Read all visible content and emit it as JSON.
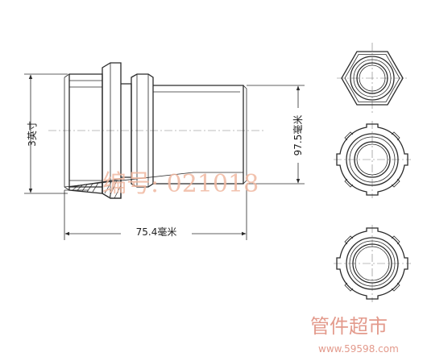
{
  "drawing": {
    "dim_height_label": "3英寸",
    "dim_length_label": "75.4毫米",
    "dim_diameter_label": "97.5毫米"
  },
  "watermark": {
    "code": "编号: 021018",
    "brand": "管件超市",
    "url": "www.59598.com"
  }
}
